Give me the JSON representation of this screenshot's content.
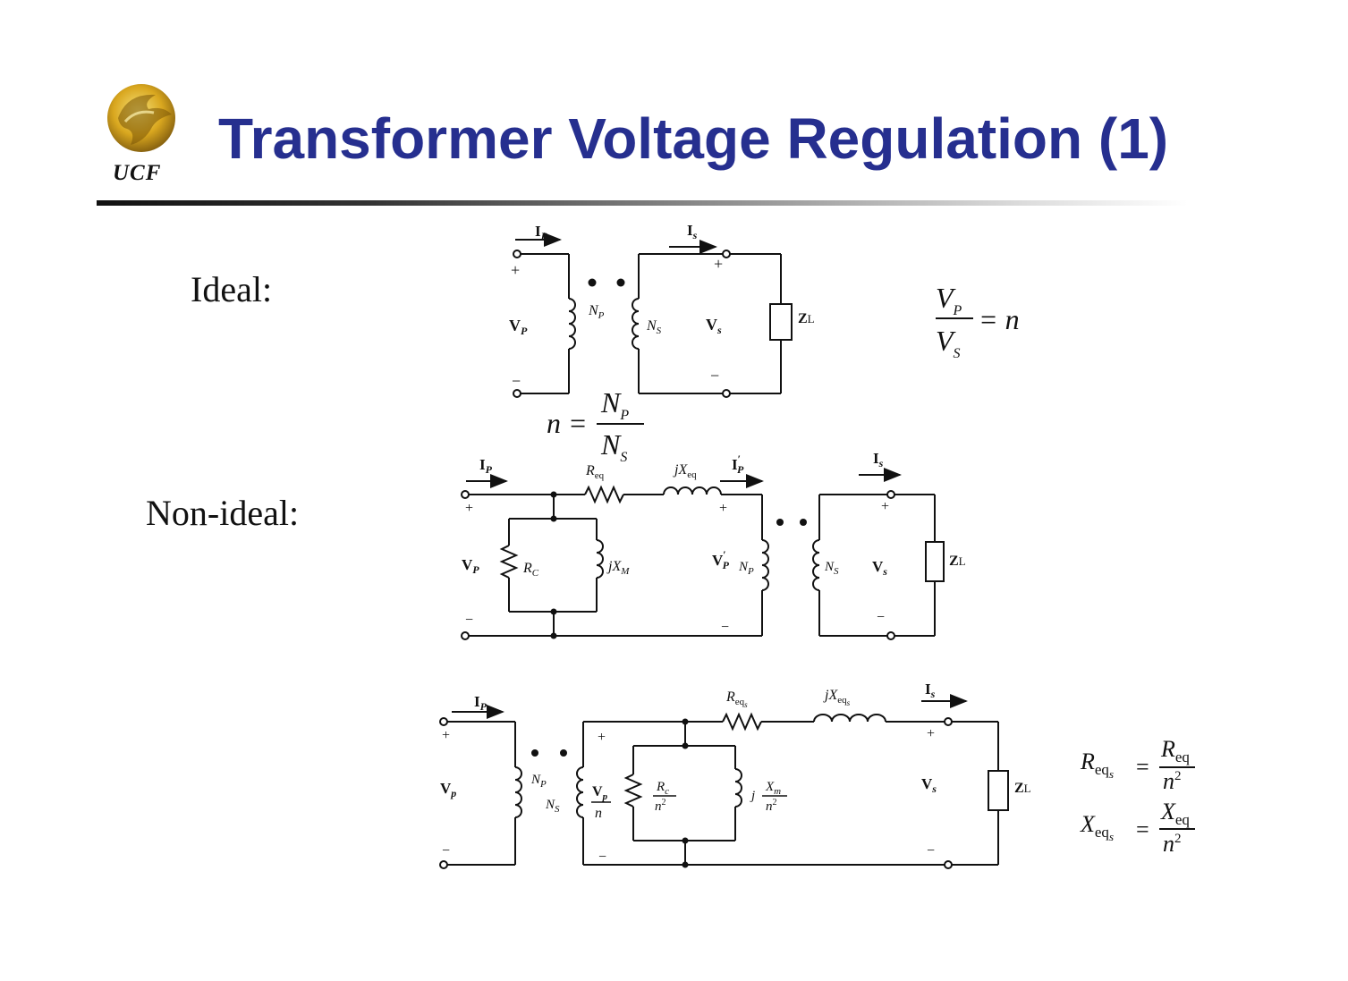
{
  "slide": {
    "title": "Transformer Voltage Regulation (1)",
    "logo_text": "UCF",
    "title_color": "#262f8f"
  },
  "labels": {
    "ideal": "Ideal:",
    "non_ideal": "Non-ideal:"
  },
  "circuit1": {
    "ip": "I",
    "ip_sub": "P",
    "is": "I",
    "is_sub": "s",
    "vp": "V",
    "vp_sub": "P",
    "vs": "V",
    "vs_sub": "s",
    "np": "N",
    "np_sub": "P",
    "ns": "N",
    "ns_sub": "S",
    "zl": "Z",
    "zl_sub": "L",
    "plus": "+",
    "minus": "−"
  },
  "eq_ratio": {
    "num": "V",
    "num_sub": "P",
    "den": "V",
    "den_sub": "S",
    "rhs": "= n"
  },
  "eq_n": {
    "lhs": "n =",
    "num": "N",
    "num_sub": "P",
    "den": "N",
    "den_sub": "S"
  },
  "circuit2": {
    "ip": "I",
    "ip_sub": "P",
    "req": "R",
    "req_sub": "eq",
    "jxeq": "jX",
    "jxeq_sub": "eq",
    "ipp": "I",
    "ipp_sub": "P",
    "is": "I",
    "is_sub": "s",
    "vp": "V",
    "vp_sub": "P",
    "rc": "R",
    "rc_sub": "C",
    "jxm": "jX",
    "jxm_sub": "M",
    "vpp": "V",
    "vpp_sub": "P",
    "np": "N",
    "np_sub": "P",
    "ns": "N",
    "ns_sub": "S",
    "vs": "V",
    "vs_sub": "s",
    "zl": "Z",
    "zl_sub": "L"
  },
  "circuit3": {
    "ip": "I",
    "ip_sub": "P",
    "reqs": "R",
    "reqs_sub": "eq",
    "reqs_subsub": "s",
    "jxeqs": "jX",
    "jxeqs_sub": "eq",
    "jxeqs_subsub": "s",
    "is": "I",
    "is_sub": "s",
    "vp": "V",
    "vp_sub": "p",
    "np": "N",
    "np_sub": "P",
    "ns": "N",
    "ns_sub": "S",
    "vpn_num": "V",
    "vpn_num_sub": "p",
    "vpn_den": "n",
    "rc_num": "R",
    "rc_num_sub": "c",
    "rc_den": "n",
    "rc_den_sup": "2",
    "xm_pre": "j",
    "xm_num": "X",
    "xm_num_sub": "m",
    "xm_den": "n",
    "xm_den_sup": "2",
    "vs": "V",
    "vs_sub": "s",
    "zl": "Z",
    "zl_sub": "L"
  },
  "eq_reqs": {
    "lhs": "R",
    "lhs_sub": "eq",
    "lhs_subsub": "s",
    "num": "R",
    "num_sub": "eq",
    "den": "n",
    "den_sup": "2"
  },
  "eq_xeqs": {
    "lhs": "X",
    "lhs_sub": "eq",
    "lhs_subsub": "s",
    "num": "X",
    "num_sub": "eq",
    "den": "n",
    "den_sup": "2"
  }
}
